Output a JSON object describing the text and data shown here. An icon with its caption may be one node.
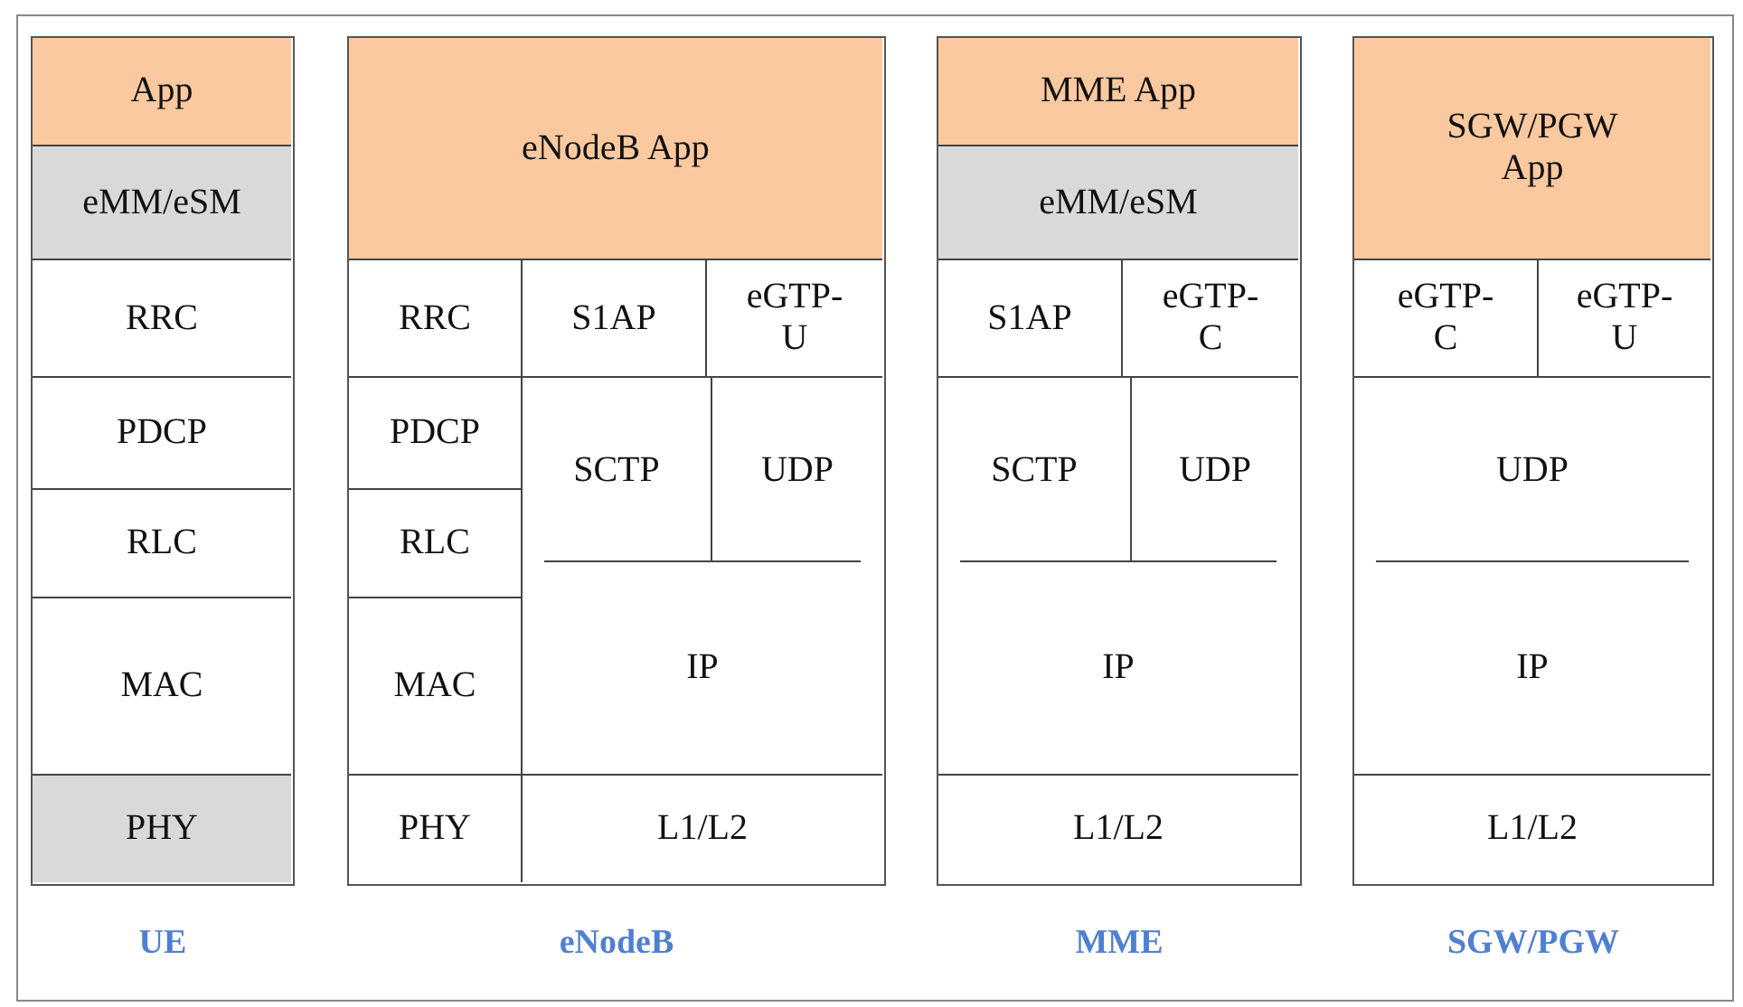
{
  "diagram": {
    "nodes": [
      {
        "text": [
          "UE"
        ]
      },
      {
        "text": [
          "App"
        ],
        "in": 0
      },
      {
        "text": [
          "eMM/eSM"
        ],
        "in": 0
      },
      {
        "text": [
          "RRC"
        ],
        "in": 0
      },
      {
        "text": [
          "PDCP"
        ],
        "in": 0
      },
      {
        "text": [
          "RLC"
        ],
        "in": 0
      },
      {
        "text": [
          "MAC"
        ],
        "in": 0
      },
      {
        "text": [
          "PHY"
        ],
        "in": 0
      },
      {
        "text": [
          "eNodeB"
        ]
      },
      {
        "text": [
          "eNodeB App"
        ],
        "in": 8
      },
      {
        "text": [
          "RRC"
        ],
        "in": 8
      },
      {
        "text": [
          "S1AP"
        ],
        "in": 8
      },
      {
        "text": [
          "eGTP-U"
        ],
        "in": 8
      },
      {
        "text": [
          "PDCP"
        ],
        "in": 8
      },
      {
        "text": [
          "SCTP"
        ],
        "in": 8
      },
      {
        "text": [
          "UDP"
        ],
        "in": 8
      },
      {
        "text": [
          "RLC"
        ],
        "in": 8
      },
      {
        "text": [
          "MAC"
        ],
        "in": 8
      },
      {
        "text": [
          "IP"
        ],
        "in": 8
      },
      {
        "text": [
          "PHY"
        ],
        "in": 8
      },
      {
        "text": [
          "L1/L2"
        ],
        "in": 8
      },
      {
        "text": [
          "MME"
        ]
      },
      {
        "text": [
          "MME App"
        ],
        "in": 21
      },
      {
        "text": [
          "eMM/eSM"
        ],
        "in": 21
      },
      {
        "text": [
          "S1AP"
        ],
        "in": 21
      },
      {
        "text": [
          "eGTP-C"
        ],
        "in": 21
      },
      {
        "text": [
          "SCTP"
        ],
        "in": 21
      },
      {
        "text": [
          "UDP"
        ],
        "in": 21
      },
      {
        "text": [
          "IP"
        ],
        "in": 21
      },
      {
        "text": [
          "L1/L2"
        ],
        "in": 21
      },
      {
        "text": [
          "SGW/PGW"
        ]
      },
      {
        "text": [
          "SGW/PGW App"
        ],
        "in": 30
      },
      {
        "text": [
          "eGTP-C"
        ],
        "in": 30
      },
      {
        "text": [
          "eGTP-U"
        ],
        "in": 30
      },
      {
        "text": [
          "UDP"
        ],
        "in": 30
      },
      {
        "text": [
          "IP"
        ],
        "in": 30
      },
      {
        "text": [
          "L1/L2"
        ],
        "in": 30
      }
    ]
  }
}
